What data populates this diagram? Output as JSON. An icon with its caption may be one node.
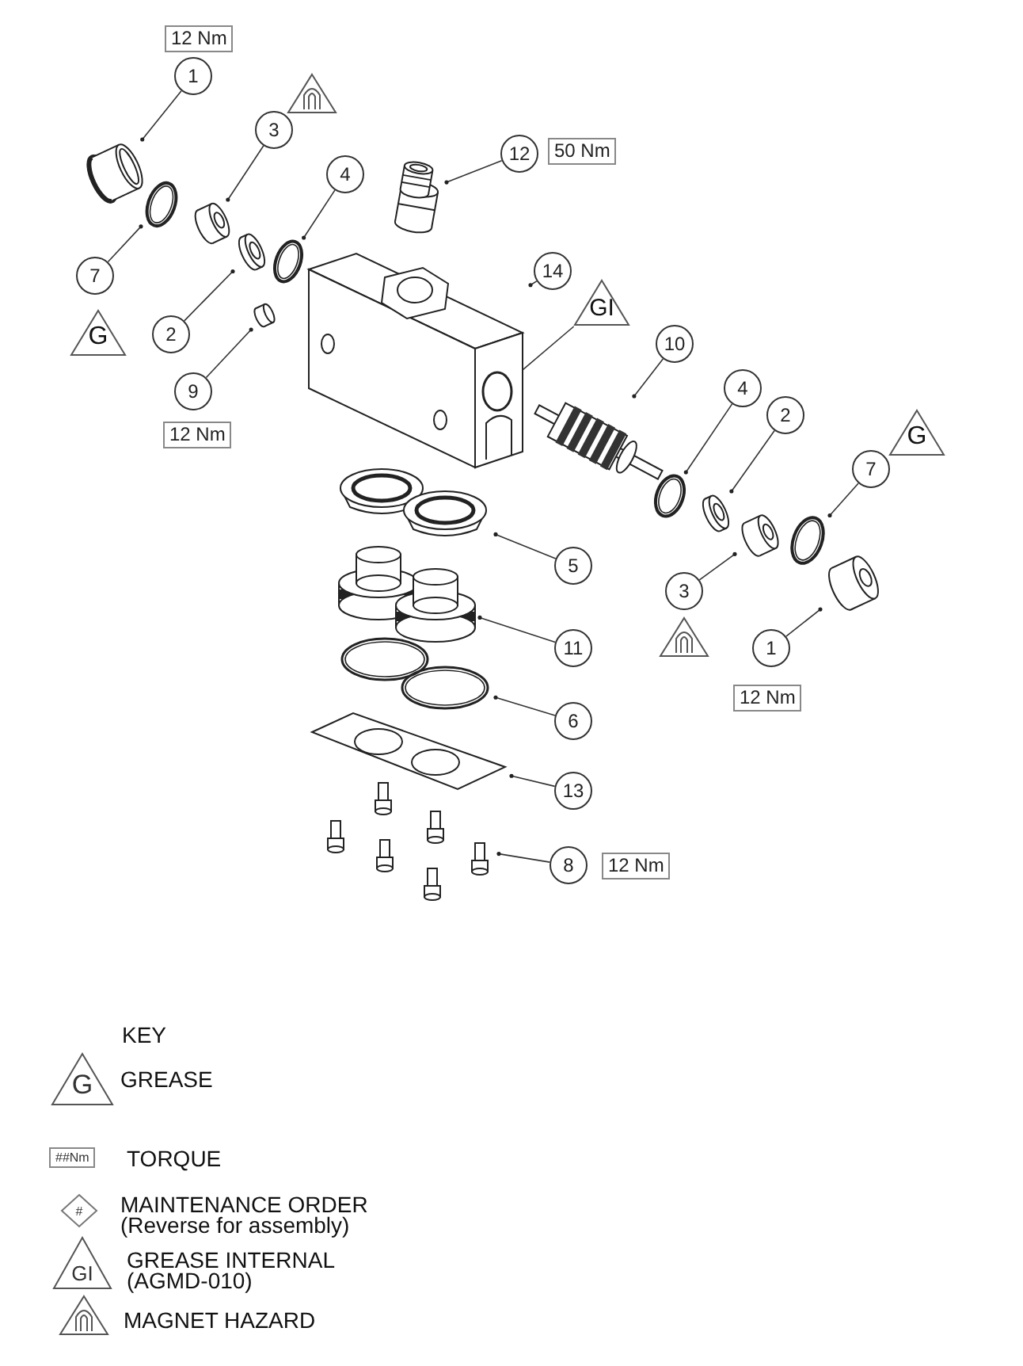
{
  "diagram": {
    "nodes": [
      {
        "text": [
          "1"
        ],
        "beside": [
          "12 Nm"
        ]
      },
      {
        "text": [],
        "shape": "picture"
      },
      {
        "text": [
          "3"
        ]
      },
      {
        "text": [
          "7"
        ]
      },
      {
        "text": [],
        "shape": "picture"
      },
      {
        "text": [],
        "shape": "picture"
      },
      {
        "text": [
          "4"
        ]
      },
      {
        "text": [],
        "shape": "picture"
      },
      {
        "text": [
          "2"
        ]
      },
      {
        "text": [],
        "shape": "picture"
      },
      {
        "text": [
          "12"
        ],
        "beside": [
          "50 Nm"
        ]
      },
      {
        "text": [],
        "shape": "picture"
      },
      {
        "text": [
          "14"
        ]
      },
      {
        "text": [],
        "shape": "picture"
      },
      {
        "text": [],
        "shape": "circle"
      },
      {
        "text": [
          "GI"
        ]
      },
      {
        "text": [],
        "shape": "picture"
      },
      {
        "text": [
          "9"
        ],
        "beside": [
          "12 Nm"
        ]
      },
      {
        "text": [
          "10"
        ]
      },
      {
        "text": [],
        "shape": "picture"
      },
      {
        "text": [
          "4"
        ]
      },
      {
        "text": [
          "2"
        ]
      },
      {
        "text": [
          "7"
        ]
      },
      {
        "text": [],
        "shape": "picture"
      },
      {
        "text": [],
        "shape": "picture"
      },
      {
        "text": [],
        "shape": "picture"
      },
      {
        "text": [],
        "shape": "picture"
      },
      {
        "text": [],
        "shape": "picture"
      },
      {
        "text": [
          "5"
        ]
      },
      {
        "text": [],
        "shape": "picture"
      },
      {
        "text": [
          "3"
        ]
      },
      {
        "text": [
          "1"
        ],
        "beside": [
          "12 Nm"
        ]
      },
      {
        "text": [],
        "shape": "picture"
      },
      {
        "text": [
          "11"
        ]
      },
      {
        "text": [],
        "shape": "picture"
      },
      {
        "text": [
          "6"
        ]
      },
      {
        "text": [],
        "shape": "picture"
      },
      {
        "text": [
          "13"
        ]
      },
      {
        "text": [],
        "shape": "picture"
      },
      {
        "text": [
          "8"
        ],
        "beside": [
          "12 Nm"
        ]
      }
    ],
    "edges": [
      {
        "from": 0,
        "to": 1,
        "arrow": "other"
      },
      {
        "from": 2,
        "to": 5,
        "arrow": "other"
      },
      {
        "from": 3,
        "to": 4,
        "arrow": "other"
      },
      {
        "from": 6,
        "to": 9,
        "arrow": "other"
      },
      {
        "from": 8,
        "to": 7,
        "arrow": "other"
      },
      {
        "from": 10,
        "to": 11,
        "arrow": "other"
      },
      {
        "from": 12,
        "to": 13,
        "arrow": "other"
      },
      {
        "from": 15,
        "to": 14,
        "arrow": "other"
      },
      {
        "from": 17,
        "to": 16,
        "arrow": "other"
      },
      {
        "from": 18,
        "to": 19,
        "arrow": "other"
      },
      {
        "from": 20,
        "to": 23,
        "arrow": "other"
      },
      {
        "from": 21,
        "to": 24,
        "arrow": "other"
      },
      {
        "from": 22,
        "to": 26,
        "arrow": "other"
      },
      {
        "from": 30,
        "to": 25,
        "arrow": "other"
      },
      {
        "from": 31,
        "to": 27,
        "arrow": "other"
      },
      {
        "from": 28,
        "to": 29,
        "arrow": "other"
      },
      {
        "from": 33,
        "to": 32,
        "arrow": "other"
      },
      {
        "from": 35,
        "to": 34,
        "arrow": "other"
      },
      {
        "from": 37,
        "to": 36,
        "arrow": "other"
      },
      {
        "from": 39,
        "to": 38,
        "arrow": "other"
      }
    ],
    "labels": [
      "G",
      "G",
      "KEY",
      "G",
      "##Nm",
      "#",
      "GI"
    ],
    "legend": [
      {
        "text": "GREASE"
      },
      {
        "text": "TORQUE"
      },
      {
        "text": "MAINTENANCE ORDER (Reverse for assembly)"
      },
      {
        "text": "GREASE INTERNAL (AGMD-010)"
      },
      {
        "text": "MAGNET HAZARD"
      }
    ]
  }
}
